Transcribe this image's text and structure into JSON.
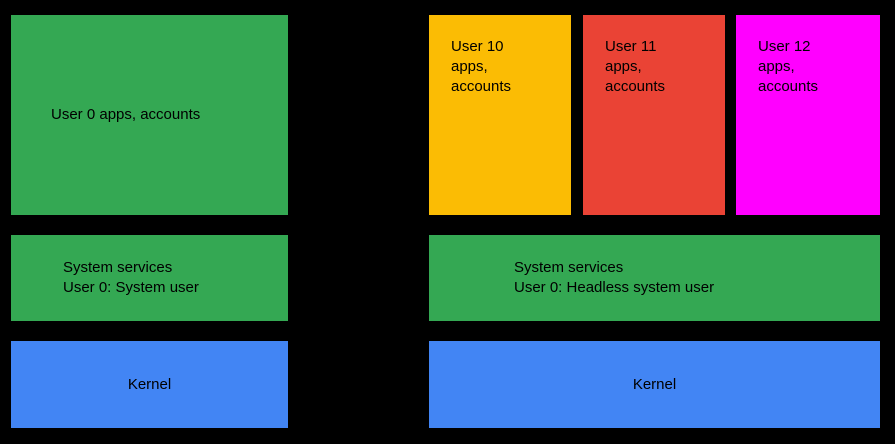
{
  "diagram": {
    "background_color": "#000000",
    "text_color": "#000000",
    "palette": {
      "green": "#34A853",
      "blue": "#4285F4",
      "yellow": "#FBBC04",
      "red": "#EA4335",
      "magenta": "#FF00FF"
    },
    "left_stack": {
      "apps": {
        "label": "User 0 apps, accounts",
        "color": "#34A853"
      },
      "system_services": {
        "label": "System services\nUser 0: System user",
        "color": "#34A853"
      },
      "kernel": {
        "label": "Kernel",
        "color": "#4285F4"
      }
    },
    "right_stack": {
      "users": [
        {
          "label": "User 10\napps,\naccounts",
          "color": "#FBBC04"
        },
        {
          "label": "User 11\napps,\naccounts",
          "color": "#EA4335"
        },
        {
          "label": "User 12\napps,\naccounts",
          "color": "#FF00FF"
        }
      ],
      "system_services": {
        "label": "System services\nUser 0: Headless system user",
        "color": "#34A853"
      },
      "kernel": {
        "label": "Kernel",
        "color": "#4285F4"
      }
    }
  }
}
